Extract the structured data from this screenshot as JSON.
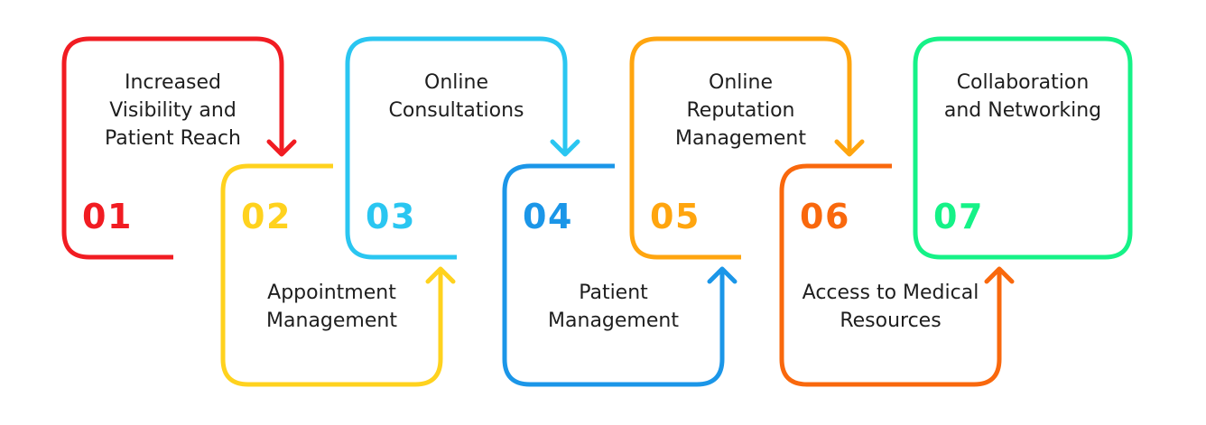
{
  "diagram": {
    "background_color": "#ffffff",
    "label_text_color": "#1e1e1e",
    "steps": [
      {
        "number": "01",
        "label": "Increased\nVisibility and\nPatient Reach",
        "color": "#F11C22",
        "connector": "arrow-down"
      },
      {
        "number": "02",
        "label": "Appointment\nManagement",
        "color": "#FFD21E",
        "connector": "arrow-up"
      },
      {
        "number": "03",
        "label": "Online\nConsultations",
        "color": "#2AC6F1",
        "connector": "arrow-down"
      },
      {
        "number": "04",
        "label": "Patient\nManagement",
        "color": "#1B96E8",
        "connector": "arrow-up"
      },
      {
        "number": "05",
        "label": "Online\nReputation\nManagement",
        "color": "#FFA50F",
        "connector": "arrow-down"
      },
      {
        "number": "06",
        "label": "Access to Medical\nResources",
        "color": "#F9680D",
        "connector": "arrow-up"
      },
      {
        "number": "07",
        "label": "Collaboration\nand Networking",
        "color": "#15F287",
        "connector": "none"
      }
    ]
  }
}
